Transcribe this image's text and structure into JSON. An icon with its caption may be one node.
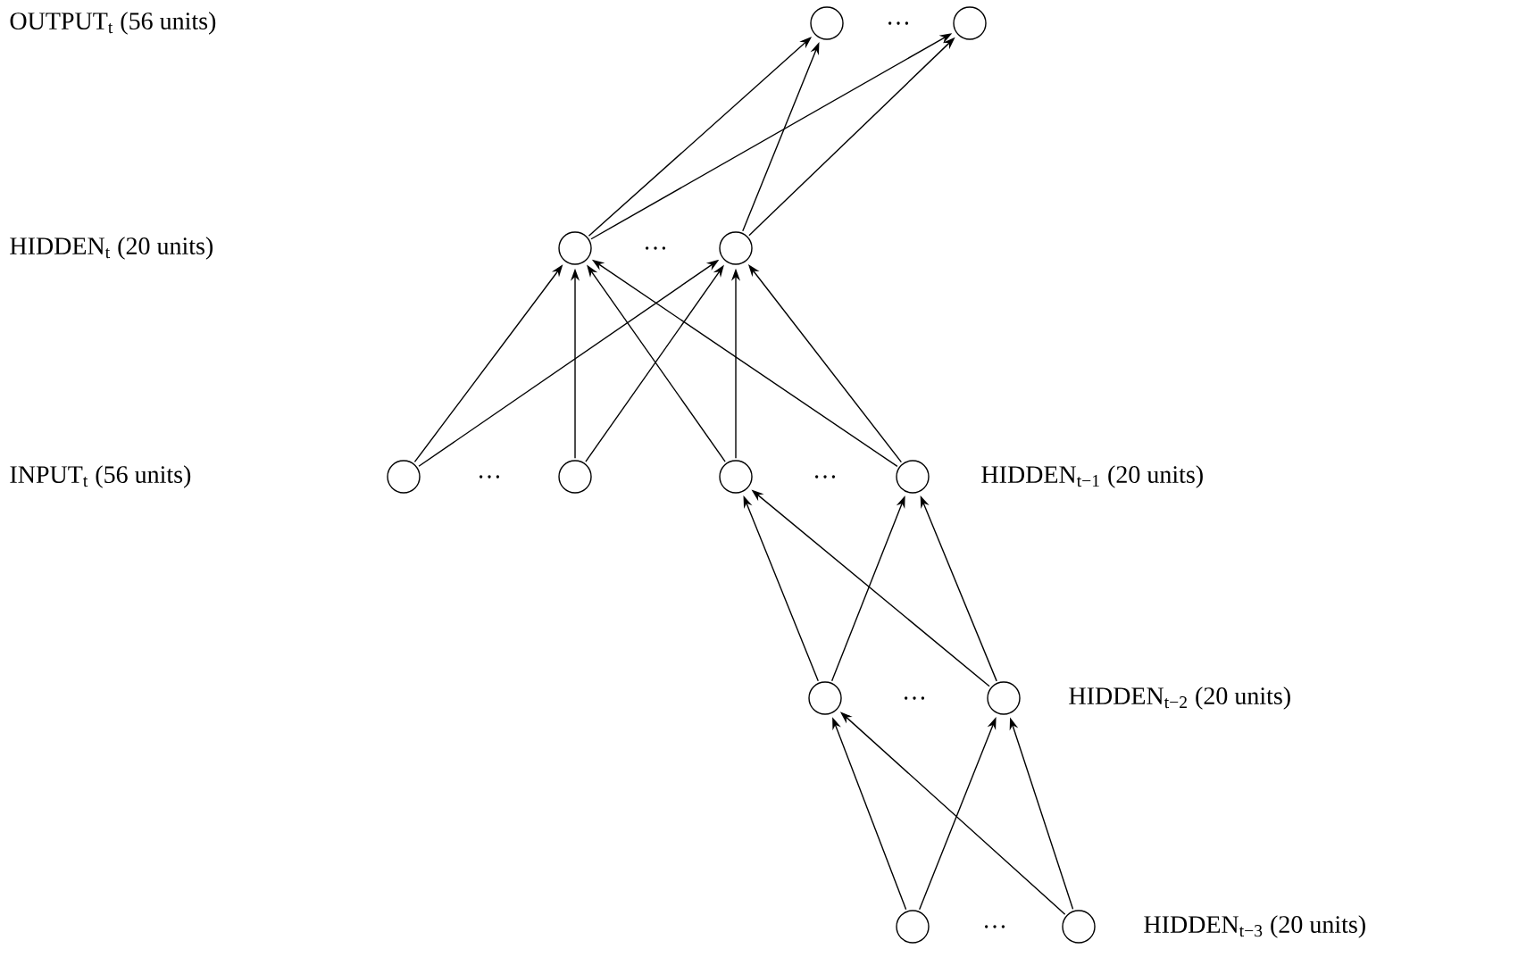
{
  "diagram": {
    "nodes": [
      {
        "text": [],
        "shape": "circle"
      },
      {
        "text": [],
        "shape": "circle"
      },
      {
        "text": [],
        "shape": "circle"
      },
      {
        "text": [],
        "shape": "circle"
      },
      {
        "text": [],
        "shape": "circle"
      },
      {
        "text": [],
        "shape": "circle"
      },
      {
        "text": [],
        "shape": "circle"
      },
      {
        "text": [],
        "shape": "circle"
      },
      {
        "text": [],
        "shape": "circle"
      },
      {
        "text": [],
        "shape": "circle"
      },
      {
        "text": [],
        "shape": "circle"
      },
      {
        "text": [],
        "shape": "circle"
      }
    ],
    "edges": [
      {
        "from": 2,
        "to": 0,
        "arrow": "to"
      },
      {
        "from": 2,
        "to": 1,
        "arrow": "to"
      },
      {
        "from": 3,
        "to": 0,
        "arrow": "to"
      },
      {
        "from": 3,
        "to": 1,
        "arrow": "to"
      },
      {
        "from": 4,
        "to": 2,
        "arrow": "to"
      },
      {
        "from": 4,
        "to": 3,
        "arrow": "to"
      },
      {
        "from": 5,
        "to": 2,
        "arrow": "to"
      },
      {
        "from": 5,
        "to": 3,
        "arrow": "to"
      },
      {
        "from": 6,
        "to": 2,
        "arrow": "to"
      },
      {
        "from": 6,
        "to": 3,
        "arrow": "to"
      },
      {
        "from": 7,
        "to": 2,
        "arrow": "to"
      },
      {
        "from": 7,
        "to": 3,
        "arrow": "to"
      },
      {
        "from": 8,
        "to": 6,
        "arrow": "to"
      },
      {
        "from": 8,
        "to": 7,
        "arrow": "to"
      },
      {
        "from": 9,
        "to": 6,
        "arrow": "to"
      },
      {
        "from": 9,
        "to": 7,
        "arrow": "to"
      },
      {
        "from": 10,
        "to": 8,
        "arrow": "to"
      },
      {
        "from": 10,
        "to": 9,
        "arrow": "to"
      },
      {
        "from": 11,
        "to": 8,
        "arrow": "to"
      },
      {
        "from": 11,
        "to": 9,
        "arrow": "to"
      }
    ],
    "labels": [
      "OUTPUT$_{t}$ (56 units)",
      "…",
      "HIDDEN$_{t}$ (20 units)",
      "…",
      "INPUT$_{t}$ (56 units)",
      "…",
      "…",
      "HIDDEN$_{t−1}$ (20 units)",
      "…",
      "HIDDEN$_{t−2}$ (20 units)",
      "…",
      "HIDDEN$_{t−3}$ (20 units)"
    ]
  }
}
